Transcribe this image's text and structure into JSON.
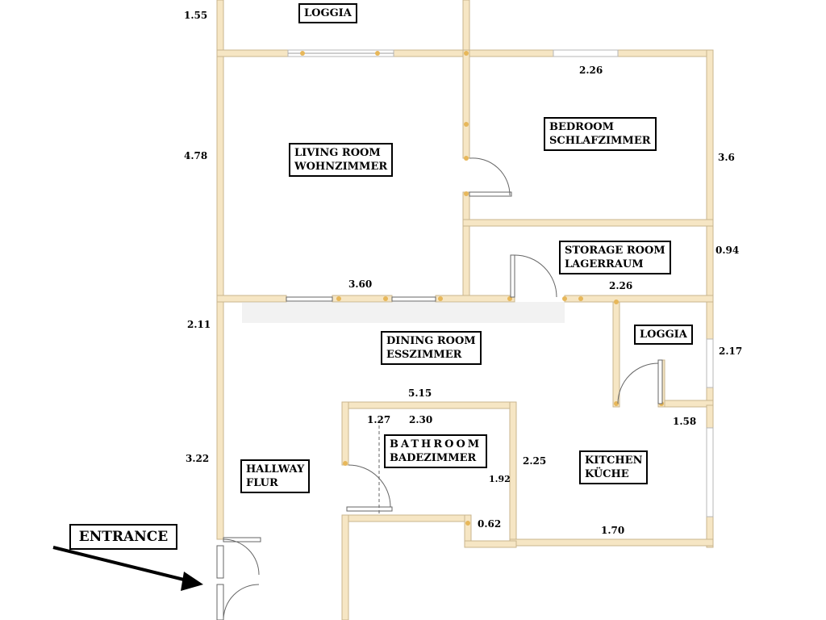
{
  "rooms": {
    "loggia_top": [
      "LOGGIA"
    ],
    "living": [
      "LIVING ROOM",
      "WOHNZIMMER"
    ],
    "bedroom": [
      "BEDROOM",
      "SCHLAFZIMMER"
    ],
    "storage": [
      "STORAGE ROOM",
      "LAGERRAUM"
    ],
    "loggia_right": [
      "LOGGIA"
    ],
    "dining": [
      "DINING ROOM",
      "ESSZIMMER"
    ],
    "bathroom": [
      "BATHROOM",
      "BADEZIMMER"
    ],
    "kitchen": [
      "KITCHEN",
      "KÜCHE"
    ],
    "hallway": [
      "HALLWAY",
      "FLUR"
    ]
  },
  "dimensions": {
    "loggia_height": "1.55",
    "bedroom_width": "2.26",
    "living_height": "4.78",
    "bedroom_height": "3.6",
    "storage_height": "0.94",
    "living_width": "3.60",
    "storage_width": "2.26",
    "dining_height": "2.11",
    "loggia_right_height": "2.17",
    "dining_width": "5.15",
    "bath_inner_a": "1.27",
    "bath_inner_b": "2.30",
    "loggia_right_width": "1.58",
    "hallway_height": "3.22",
    "bath_height": "2.25",
    "bath_small": "1.92",
    "niche_width": "0.62",
    "kitchen_width": "1.70"
  },
  "entrance": "ENTRANCE",
  "colors": {
    "wall_fill": "#f6e6c4",
    "wall_stroke": "#c9b58e",
    "text": "#000000"
  }
}
